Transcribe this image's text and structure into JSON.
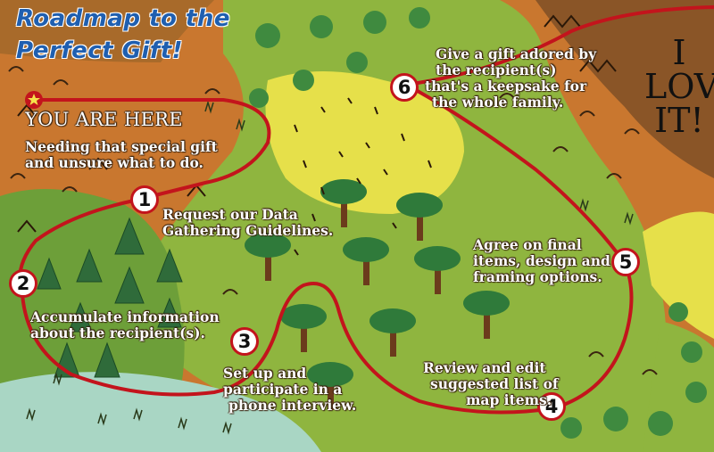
{
  "title": [
    "Roadmap to the",
    "Perfect Gift!"
  ],
  "you_are_here": "YOU ARE HERE",
  "start_text": [
    "Needing that special gift",
    "and unsure what to do."
  ],
  "end_text": [
    "I",
    "LOVE",
    "IT!"
  ],
  "steps": [
    {
      "number": "1",
      "lines": [
        "Request our Data",
        "Gathering Guidelines."
      ]
    },
    {
      "number": "2",
      "lines": [
        "Accumulate information",
        "about the recipient(s)."
      ]
    },
    {
      "number": "3",
      "lines": [
        "Set up and",
        "participate in a",
        "phone interview."
      ]
    },
    {
      "number": "4",
      "lines": [
        "Review and edit",
        "suggested list of",
        "map items."
      ]
    },
    {
      "number": "5",
      "lines": [
        "Agree on final",
        "items, design and",
        "framing options."
      ]
    },
    {
      "number": "6",
      "lines": [
        "Give a gift adored by",
        "the recipient(s)",
        "that's a keepsake for",
        "the whole family."
      ]
    }
  ],
  "colors": {
    "path": "#c3141c",
    "title": "#1f5fb0",
    "forest": "#7fae3a",
    "sand": "#e9e24a",
    "earth": "#c9772f",
    "mountain": "#8a5527"
  },
  "icons": [
    "star-icon",
    "pine-tree-icon",
    "palm-tree-icon",
    "bush-icon",
    "grass-tuft-icon"
  ]
}
